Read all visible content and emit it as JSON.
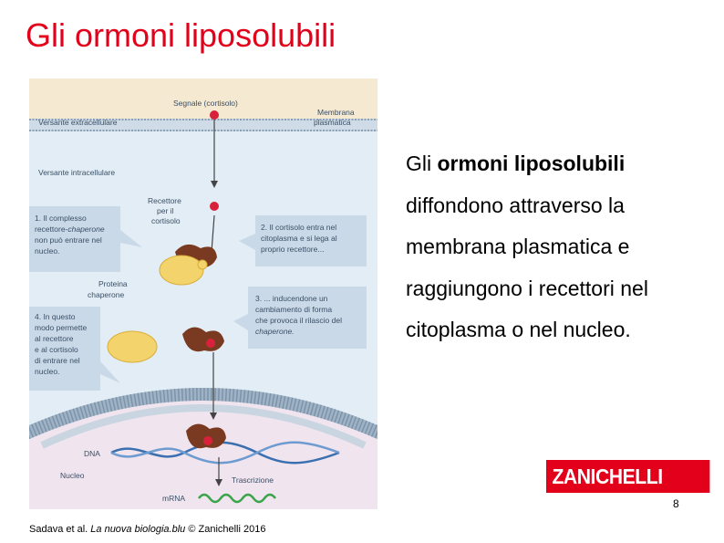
{
  "slide": {
    "title": "Gli ormoni liposolubili",
    "body": {
      "lead": "Gli ",
      "bold": "ormoni liposolubili",
      "rest": " diffondono attraverso la membrana plasmatica e raggiungono i recettori nel citoplasma o nel nucleo."
    },
    "logo_text": "ZANICHELLI",
    "page_number": "8",
    "credit": {
      "prefix": "Sadava et al. ",
      "book": "La nuova biologia.blu",
      "suffix": " © Zanichelli 2016"
    }
  },
  "figure": {
    "signal_label": "Segnale (cortisolo)",
    "membrane_label_1": "Membrana",
    "membrane_label_2": "plasmatica",
    "extracellular": "Versante extracellulare",
    "intracellular": "Versante intracellulare",
    "receptor_1": "Recettore",
    "receptor_2": "per il",
    "receptor_3": "cortisolo",
    "chaperone_1": "Proteina",
    "chaperone_2": "chaperone",
    "step1_1": "1. Il complesso",
    "step1_2a": "recettore-",
    "step1_2b": "chaperone",
    "step1_3": "non può entrare nel",
    "step1_4": "nucleo.",
    "step2_1": "2. Il cortisolo entra nel",
    "step2_2": "citoplasma e si lega al",
    "step2_3": "proprio recettore...",
    "step3_1": "3. ... inducendone un",
    "step3_2": "cambiamento di forma",
    "step3_3": "che provoca il rilascio del",
    "step3_4": "chaperone.",
    "step4_1": "4. In questo",
    "step4_2": "modo permette",
    "step4_3": "al recettore",
    "step4_4": "e al cortisolo",
    "step4_5": "di entrare nel",
    "step4_6": "nucleo.",
    "dna": "DNA",
    "nucleus": "Nucleo",
    "transcription": "Trascrizione",
    "mrna": "mRNA",
    "colors": {
      "title_red": "#e2001a",
      "extracellular_bg": "#f5e9d2",
      "cytoplasm_bg": "#e2edf5",
      "nucleus_bg": "#f0e4ef",
      "callout_bg": "#c9d9e8",
      "receptor_brown": "#7a3a22",
      "chaperone_yellow": "#f3d36b",
      "hormone_red": "#d8223b",
      "mrna_green": "#3aa54a",
      "dna_blue": "#3a6fb0"
    }
  }
}
